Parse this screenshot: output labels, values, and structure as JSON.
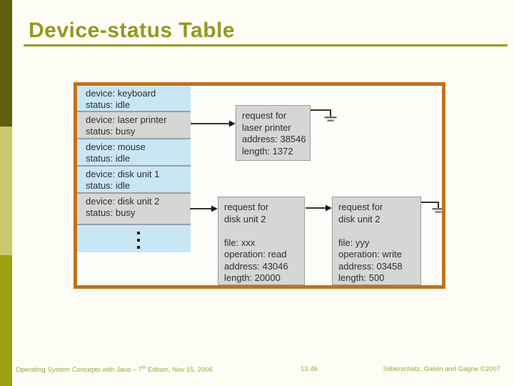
{
  "slide": {
    "title": "Device-status Table",
    "slide_number": "13.46",
    "colors": {
      "accent_bar_dark": "#5d5f0e",
      "accent_bar_light": "#c6ca6d",
      "accent_bar_mid": "#9ca015",
      "title_text": "#95981f",
      "diagram_frame": "#c2701d",
      "table_row_blue": "#c9e6f5",
      "table_row_gray": "#d6d6d6",
      "footer_text": "#a0a43c"
    }
  },
  "diagram": {
    "device_table": {
      "rows": [
        {
          "line1": "device: keyboard",
          "line2": "status: idle",
          "variant": "blue"
        },
        {
          "line1": "device: laser printer",
          "line2": "status: busy",
          "variant": "gray"
        },
        {
          "line1": "device: mouse",
          "line2": "status: idle",
          "variant": "blue"
        },
        {
          "line1": "device: disk unit 1",
          "line2": "status: idle",
          "variant": "blue"
        },
        {
          "line1": "device: disk unit 2",
          "line2": "status: busy",
          "variant": "gray"
        },
        {
          "type": "ellipsis",
          "variant": "blue"
        }
      ]
    },
    "request_boxes": [
      {
        "id": "request-laser-printer",
        "lines": [
          "request for",
          "laser printer",
          "address: 38546",
          "length: 1372"
        ]
      },
      {
        "id": "request-disk-unit-2-first",
        "lines": [
          "request for",
          "disk unit 2",
          "",
          "file: xxx",
          "operation: read",
          "address: 43046",
          "length: 20000"
        ]
      },
      {
        "id": "request-disk-unit-2-second",
        "lines": [
          "request for",
          "disk unit 2",
          "",
          "file: yyy",
          "operation: write",
          "address: 03458",
          "length: 500"
        ]
      }
    ]
  },
  "footer": {
    "left_prefix": "Operating System Concepts with Java – 7",
    "left_sup": "th",
    "left_suffix": " Edition, Nov 15, 2006",
    "page": "13.46",
    "right": "Silberschatz, Galvin and Gagne ©2007"
  }
}
